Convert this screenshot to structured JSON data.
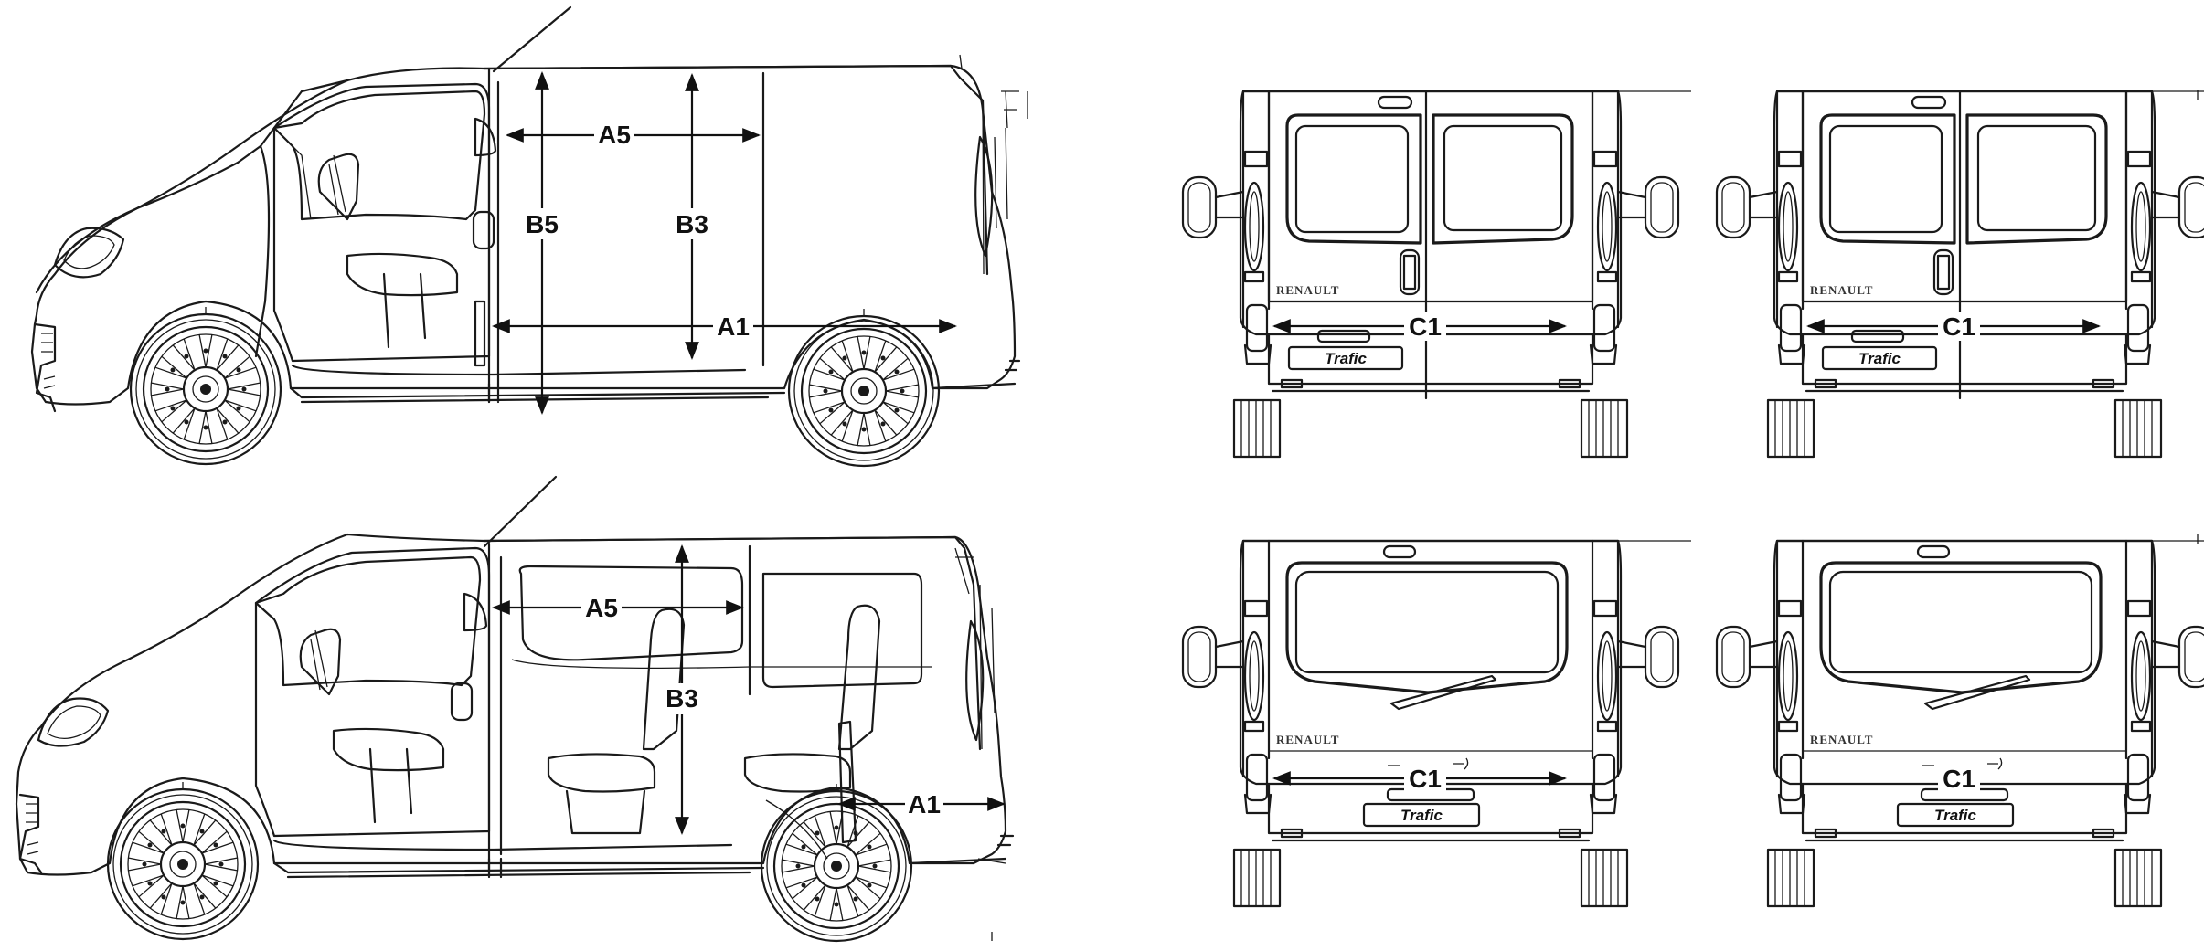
{
  "labels": {
    "a5": "A5",
    "b5": "B5",
    "b3": "B3",
    "a1": "A1",
    "c1": "C1"
  },
  "brand_text": "RENAULT",
  "model_badge": "Trafic",
  "views": [
    {
      "name": "side-view-panel-van",
      "dims": [
        "A5",
        "B5",
        "B3",
        "A1"
      ]
    },
    {
      "name": "side-view-passenger",
      "dims": [
        "A5",
        "B3",
        "A1"
      ]
    },
    {
      "name": "rear-view-barn-doors",
      "dims": [
        "C1"
      ]
    },
    {
      "name": "rear-view-barn-doors-alt",
      "dims": [
        "C1"
      ]
    },
    {
      "name": "rear-view-tailgate",
      "dims": [
        "C1"
      ]
    },
    {
      "name": "rear-view-tailgate-alt",
      "dims": [
        "C1"
      ]
    }
  ]
}
